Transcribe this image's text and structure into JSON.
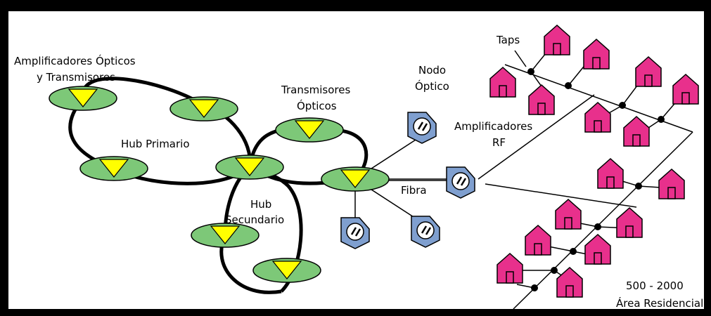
{
  "labels": {
    "amp_tx_1": "Amplificadores Ópticos",
    "amp_tx_2": "y Transmisores",
    "hub_primario": "Hub Primario",
    "tx_opt_1": "Transmisores",
    "tx_opt_2": "Ópticos",
    "nodo_1": "Nodo",
    "nodo_2": "Óptico",
    "amp_rf_1": "Amplificadores",
    "amp_rf_2": "RF",
    "fibra": "Fibra",
    "hub_sec_1": "Hub",
    "hub_sec_2": "Secundario",
    "taps": "Taps",
    "count": "500 - 2000",
    "area": "Área Residencial"
  },
  "colors": {
    "hub_fill": "#7dc878",
    "triangle": "#ffff00",
    "device": "#7f9fcf",
    "house": "#e8308c",
    "background": "#ffffff",
    "frame": "#000000"
  }
}
